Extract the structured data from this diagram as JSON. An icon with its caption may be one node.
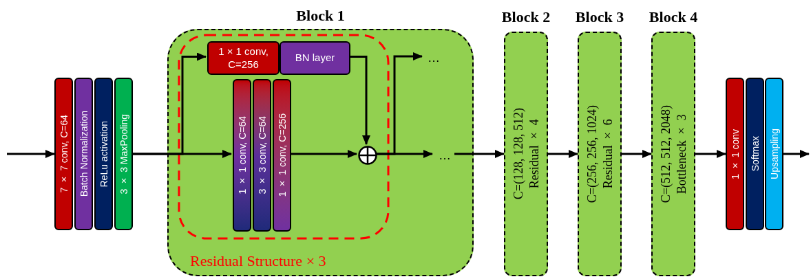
{
  "diagram": {
    "nodes": [
      {
        "text": [
          "7 × 7 conv, C=64"
        ]
      },
      {
        "text": [
          "Batch Normalization"
        ]
      },
      {
        "text": [
          "ReLu activation"
        ]
      },
      {
        "text": [
          "3 × 3 MaxPooling"
        ]
      },
      {
        "text": [
          "Block 1"
        ]
      },
      {
        "text": [
          "Residual Structure × 3"
        ],
        "in": 4
      },
      {
        "text": [
          "1 × 1 conv, C=256"
        ],
        "in": 5
      },
      {
        "text": [
          "BN layer"
        ],
        "in": 5
      },
      {
        "text": [
          "1 × 1 conv, C=64"
        ],
        "in": 5
      },
      {
        "text": [
          "3 × 3 conv, C=64"
        ],
        "in": 5
      },
      {
        "text": [
          "1 × 1 conv, C=256"
        ],
        "in": 5
      },
      {
        "text": [],
        "shape": "circle",
        "in": 5
      },
      {
        "text": [
          "…"
        ],
        "in": 4
      },
      {
        "text": [
          "…"
        ],
        "in": 4
      },
      {
        "text": [
          "Block 2",
          "C=(128, 128, 512)",
          "Residual × 4"
        ]
      },
      {
        "text": [
          "Block 3",
          "C=(256, 256, 1024)",
          "Residual × 6"
        ]
      },
      {
        "text": [
          "Block 4",
          "C=(512, 512, 2048)",
          "Bottleneck × 3"
        ]
      },
      {
        "text": [
          "1 × 1 conv"
        ]
      },
      {
        "text": [
          "Softmax"
        ]
      },
      {
        "text": [
          "Upsampling"
        ]
      }
    ],
    "edges": [
      {
        "from": null,
        "to": 0,
        "arrow": "to"
      },
      {
        "from": 3,
        "to": 8,
        "arrow": "to"
      },
      {
        "from": 3,
        "to": 6,
        "arrow": "to"
      },
      {
        "from": 10,
        "to": 11,
        "arrow": "to"
      },
      {
        "from": 7,
        "to": 11,
        "arrow": "to"
      },
      {
        "from": 11,
        "to": 13,
        "arrow": "to"
      },
      {
        "from": 11,
        "to": 12,
        "arrow": "to"
      },
      {
        "from": 13,
        "to": 14,
        "arrow": "to"
      },
      {
        "from": 14,
        "to": 15,
        "arrow": "to"
      },
      {
        "from": 15,
        "to": 16,
        "arrow": "to"
      },
      {
        "from": 16,
        "to": 17,
        "arrow": "to"
      },
      {
        "from": 19,
        "to": null,
        "arrow": "to"
      }
    ]
  }
}
